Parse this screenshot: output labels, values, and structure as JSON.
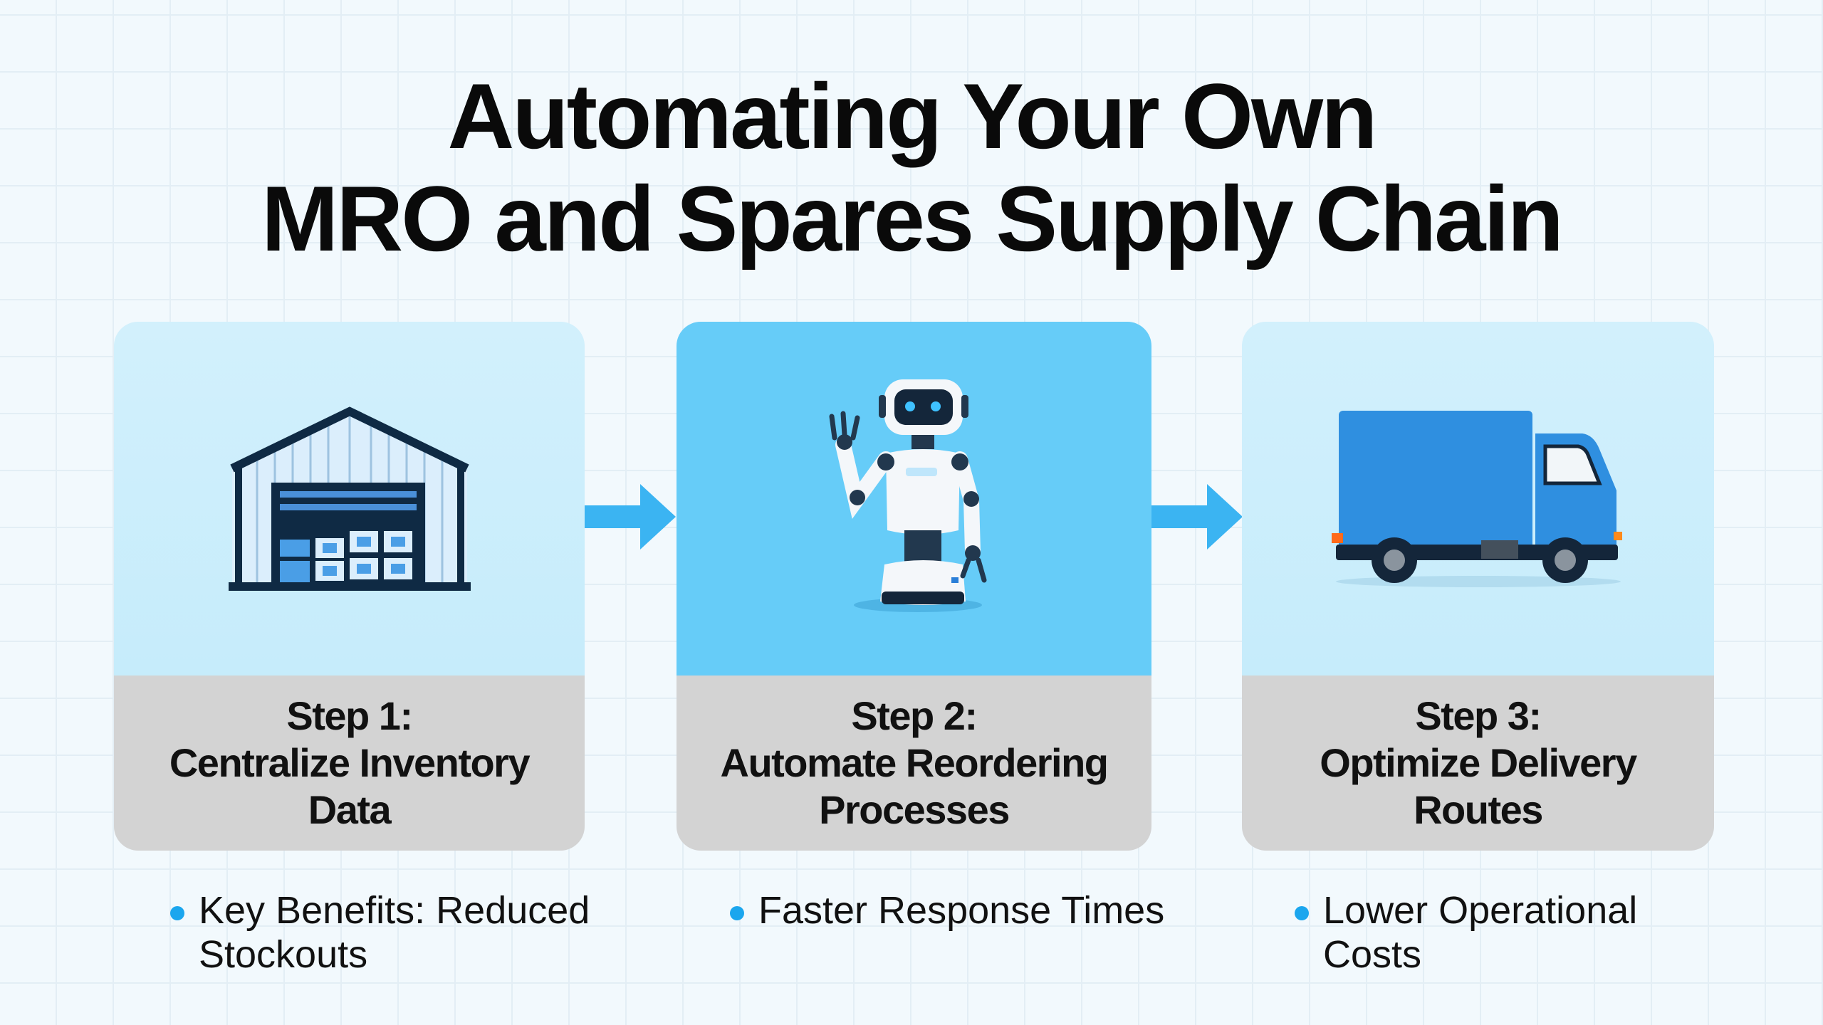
{
  "title": {
    "line1": "Automating Your Own",
    "line2": "MRO and Spares Supply Chain"
  },
  "colors": {
    "accent": "#1ba6ee",
    "arrow": "#3bb4f2",
    "card_light": "#cdeefb",
    "card_bright": "#66ccf8",
    "band": "#d3d3d3",
    "navy": "#0f2a44"
  },
  "steps": [
    {
      "step": "Step 1:",
      "line1": "Centralize Inventory",
      "line2": "Data",
      "icon": "warehouse-icon",
      "bullet": [
        "Key Benefits: Reduced",
        "Stockouts"
      ]
    },
    {
      "step": "Step 2:",
      "line1": "Automate Reordering",
      "line2": "Processes",
      "icon": "robot-icon",
      "bullet": [
        "Faster Response Times"
      ]
    },
    {
      "step": "Step 3:",
      "line1": "Optimize Delivery",
      "line2": "Routes",
      "icon": "truck-icon",
      "bullet": [
        "Lower Operational",
        "Costs"
      ]
    }
  ]
}
